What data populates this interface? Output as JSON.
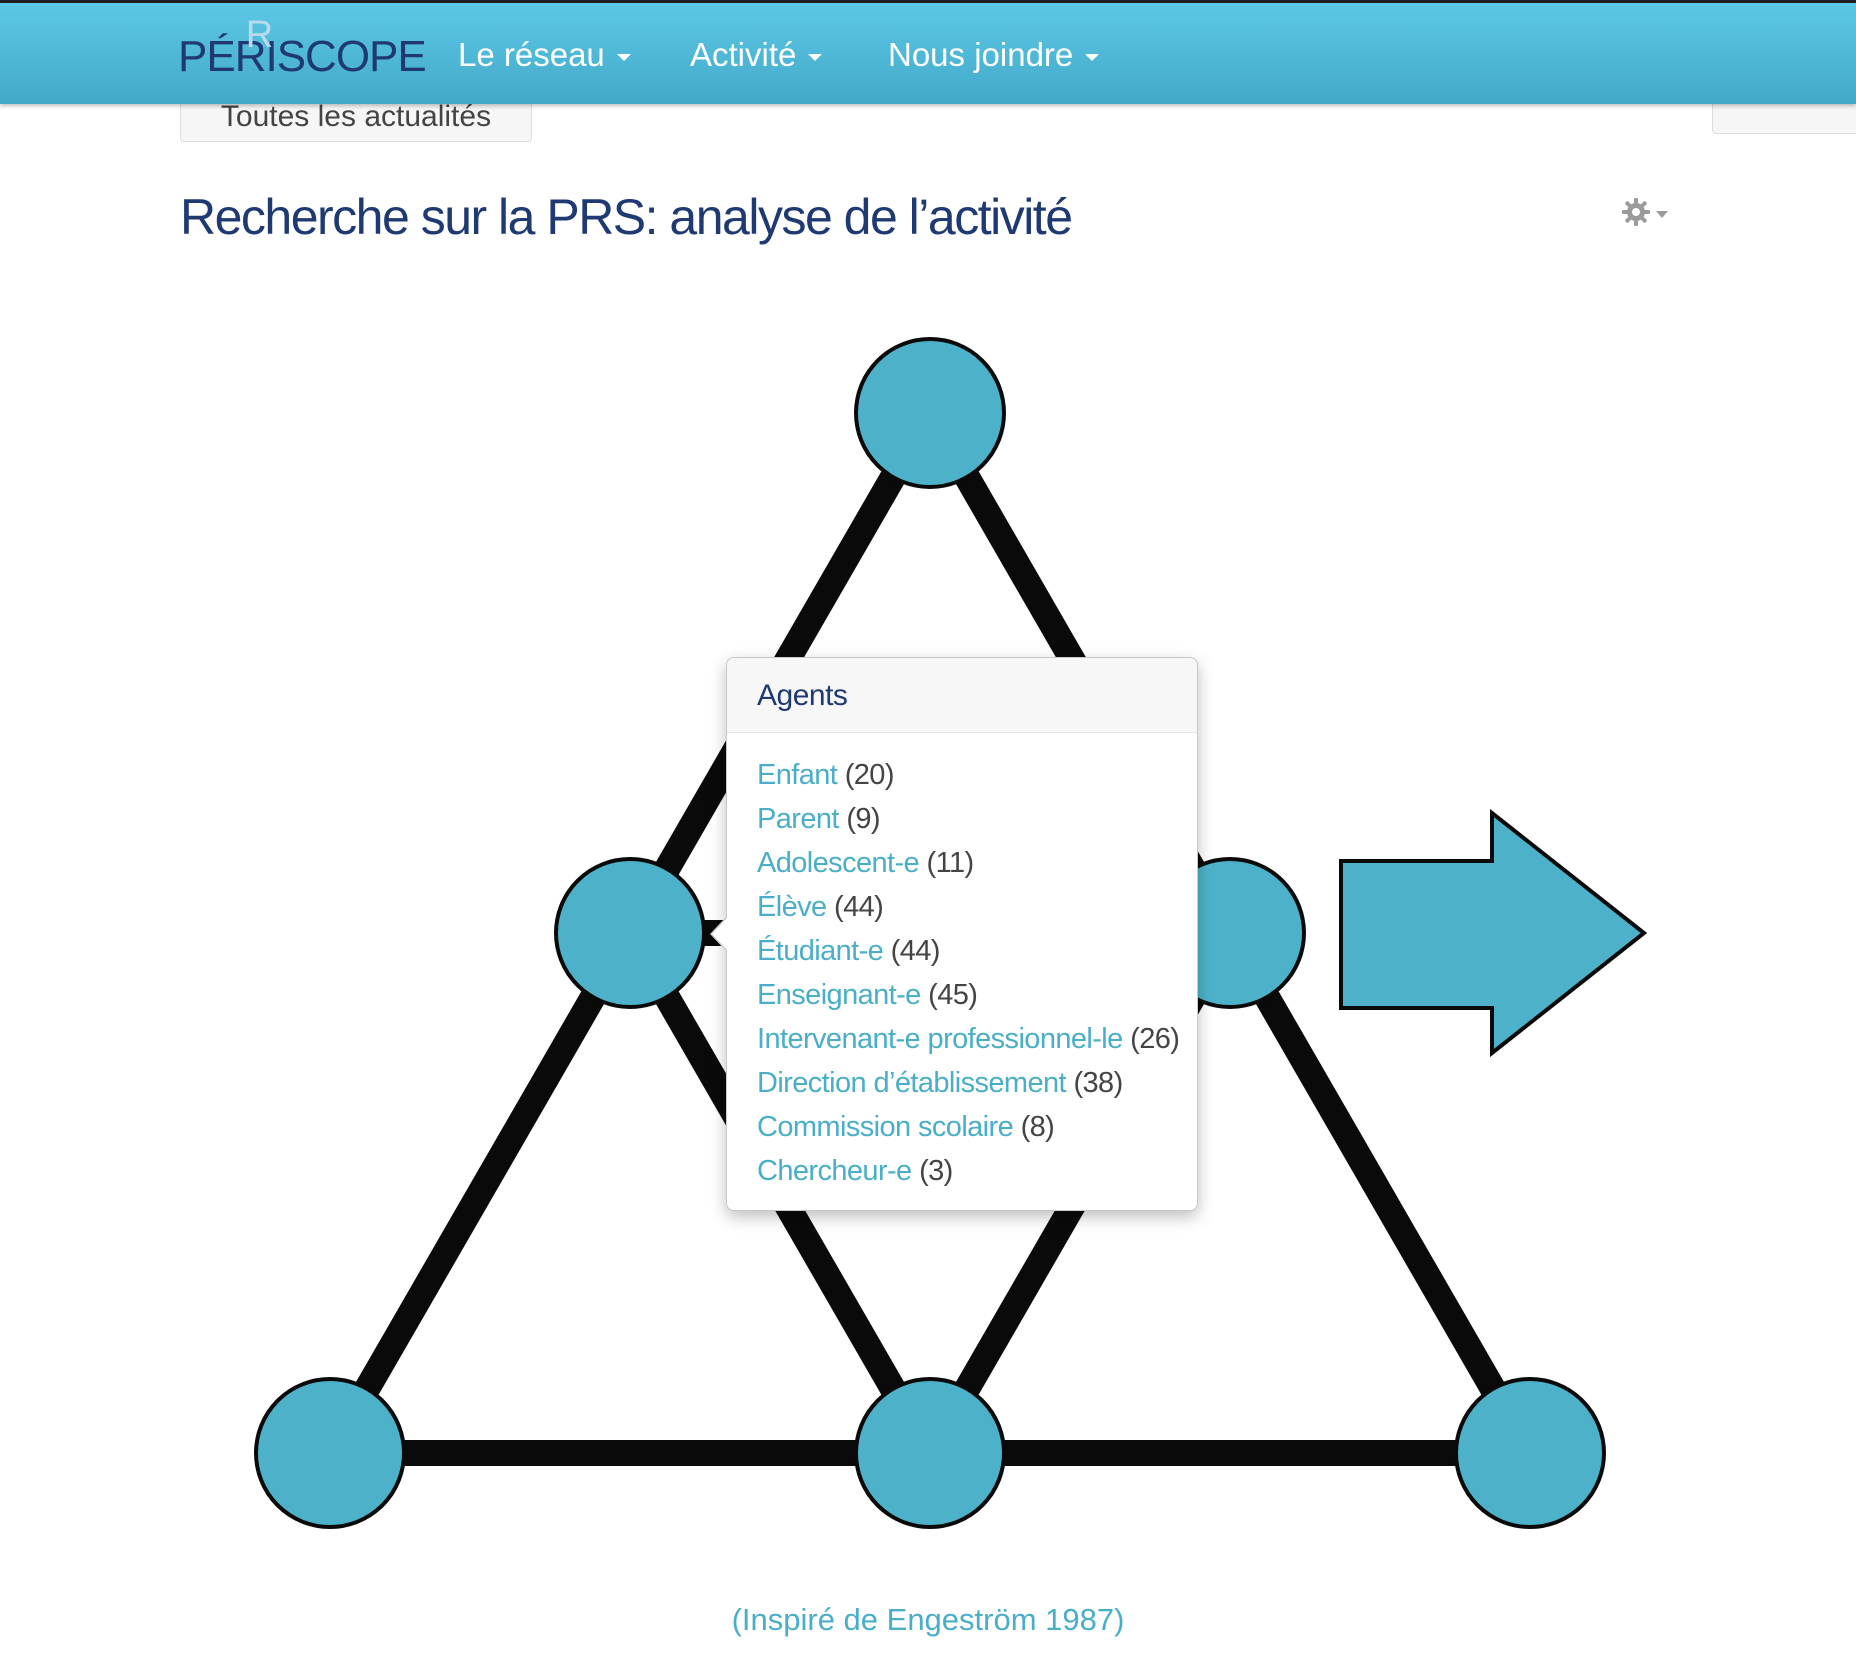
{
  "navbar": {
    "logo_text_before": "PÉ",
    "logo_r": "R",
    "logo_ghost": "R",
    "logo_text_after": "ISCOPE",
    "items": [
      {
        "label": "Le réseau"
      },
      {
        "label": "Activité"
      },
      {
        "label": "Nous joindre"
      }
    ]
  },
  "news_button": {
    "label": "Toutes les actualités"
  },
  "page": {
    "title": "Recherche sur la PRS: analyse de l’activité",
    "gear_icon": "gear-icon"
  },
  "popover": {
    "title": "Agents",
    "items": [
      {
        "label": "Enfant",
        "count": "(20)"
      },
      {
        "label": "Parent",
        "count": "(9)"
      },
      {
        "label": "Adolescent-e",
        "count": "(11)"
      },
      {
        "label": "Élève",
        "count": "(44)"
      },
      {
        "label": "Étudiant-e",
        "count": "(44)"
      },
      {
        "label": "Enseignant-e",
        "count": "(45)"
      },
      {
        "label": "Intervenant-e professionnel-le",
        "count": "(26)"
      },
      {
        "label": "Direction d’établissement",
        "count": "(38)"
      },
      {
        "label": "Commission scolaire",
        "count": "(8)"
      },
      {
        "label": "Chercheur-e",
        "count": "(3)"
      }
    ]
  },
  "caption": "(Inspiré de Engeström 1987)",
  "colors": {
    "node_fill": "#4db2c9",
    "line": "#0a0a0a",
    "navbar": "#4fb7d6",
    "title": "#1f3a73",
    "link": "#4aaec8"
  }
}
